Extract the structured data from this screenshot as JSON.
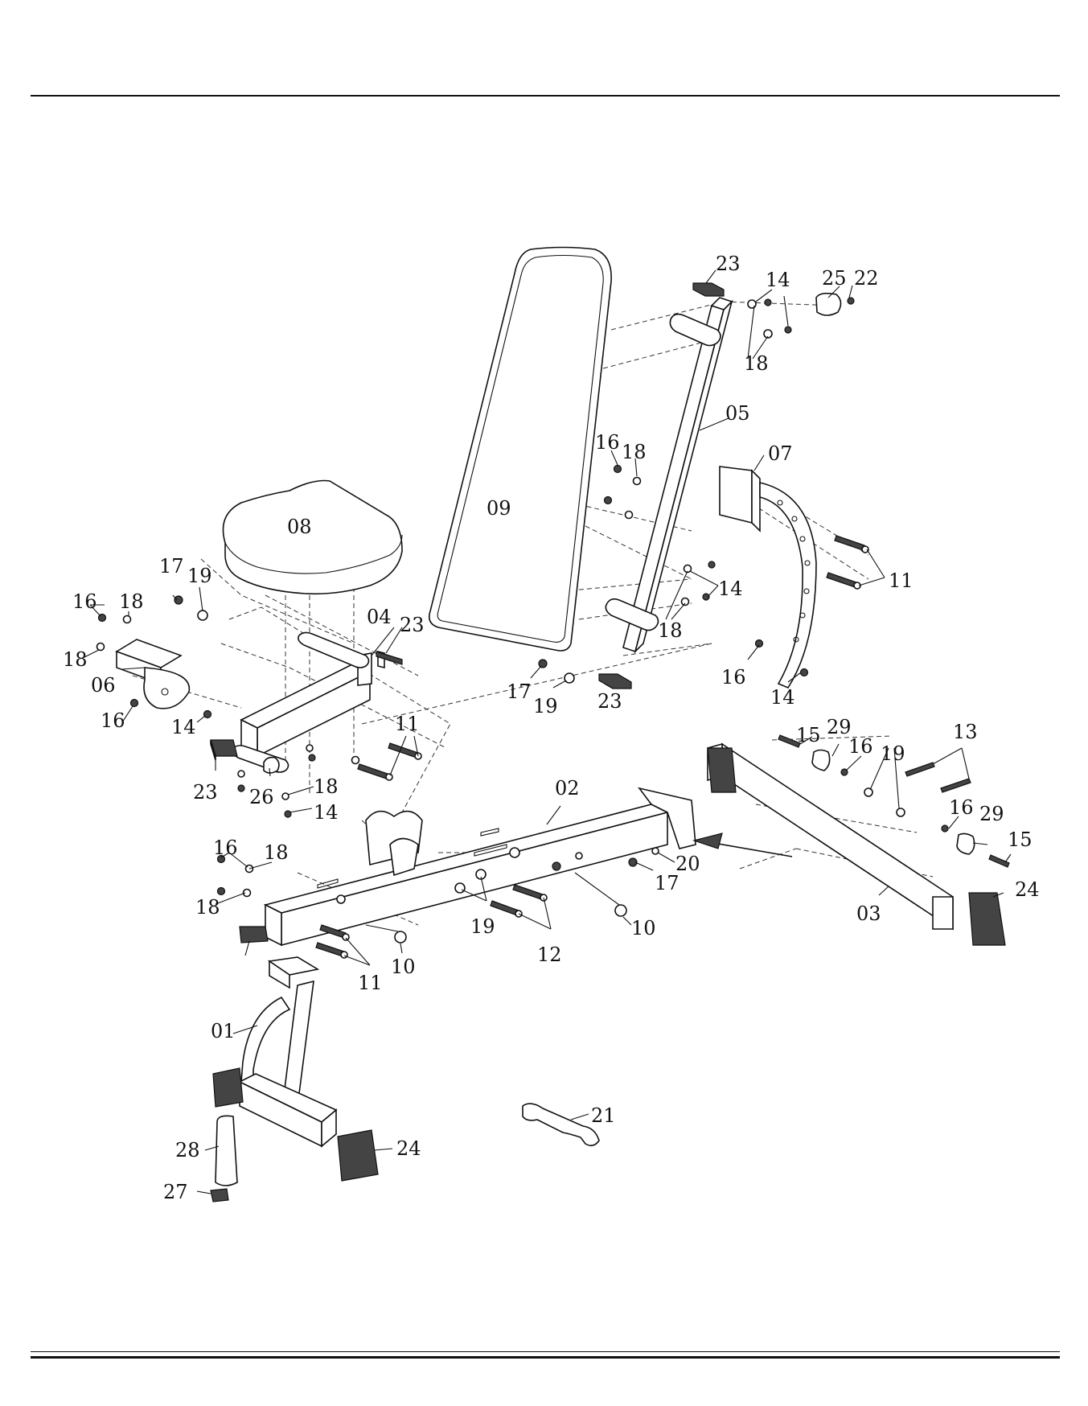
{
  "colors": {
    "ink": "#111111",
    "background": "#ffffff"
  },
  "callouts": [
    "23",
    "14",
    "25",
    "22",
    "18",
    "05",
    "16",
    "18",
    "07",
    "09",
    "08",
    "17",
    "19",
    "16",
    "18",
    "04",
    "23",
    "18",
    "06",
    "11",
    "14",
    "16",
    "14",
    "18",
    "17",
    "19",
    "23",
    "16",
    "14",
    "11",
    "15",
    "29",
    "16",
    "19",
    "13",
    "23",
    "26",
    "18",
    "14",
    "02",
    "16",
    "29",
    "15",
    "16",
    "18",
    "20",
    "17",
    "18",
    "19",
    "10",
    "24",
    "03",
    "12",
    "11",
    "10",
    "01",
    "21",
    "28",
    "24",
    "27"
  ]
}
